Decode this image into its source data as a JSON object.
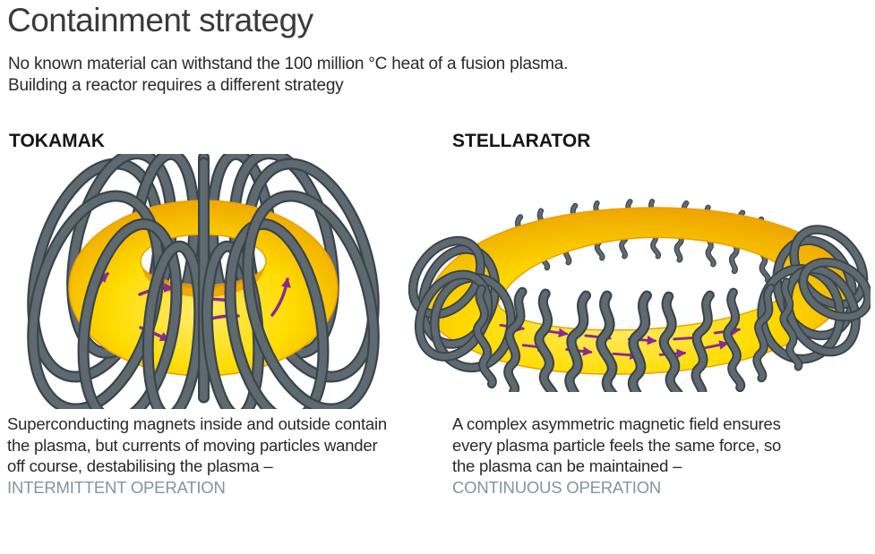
{
  "header": {
    "title": "Containment strategy",
    "subtitle_line1": "No known material can withstand the 100 million °C heat of a fusion plasma.",
    "subtitle_line2": "Building a reactor requires a different strategy"
  },
  "tokamak": {
    "heading": "TOKAMAK",
    "description": "Superconducting magnets inside and outside contain the plasma, but currents of moving particles wander off course, destabilising the plasma – ",
    "operation_label": "INTERMITTENT OPERATION"
  },
  "stellarator": {
    "heading": "STELLARATOR",
    "description": "A complex asymmetric magnetic field ensures every plasma particle feels the same force, so the plasma can be maintained – ",
    "operation_label": "CONTINUOUS OPERATION"
  },
  "colors": {
    "background": "#FFFFFF",
    "title_text": "#3A3A3A",
    "body_text": "#2A2A2A",
    "heading_text": "#161616",
    "operation_label_text": "#8494A1",
    "plasma_yellow": "#FFDC00",
    "plasma_highlight": "#FFEC6B",
    "plasma_shade": "#EC9E00",
    "coil_base": "#5E6A70",
    "coil_dark": "#3A454B",
    "coil_light": "#97A1A6",
    "arrow_purple": "#8A2A93"
  }
}
